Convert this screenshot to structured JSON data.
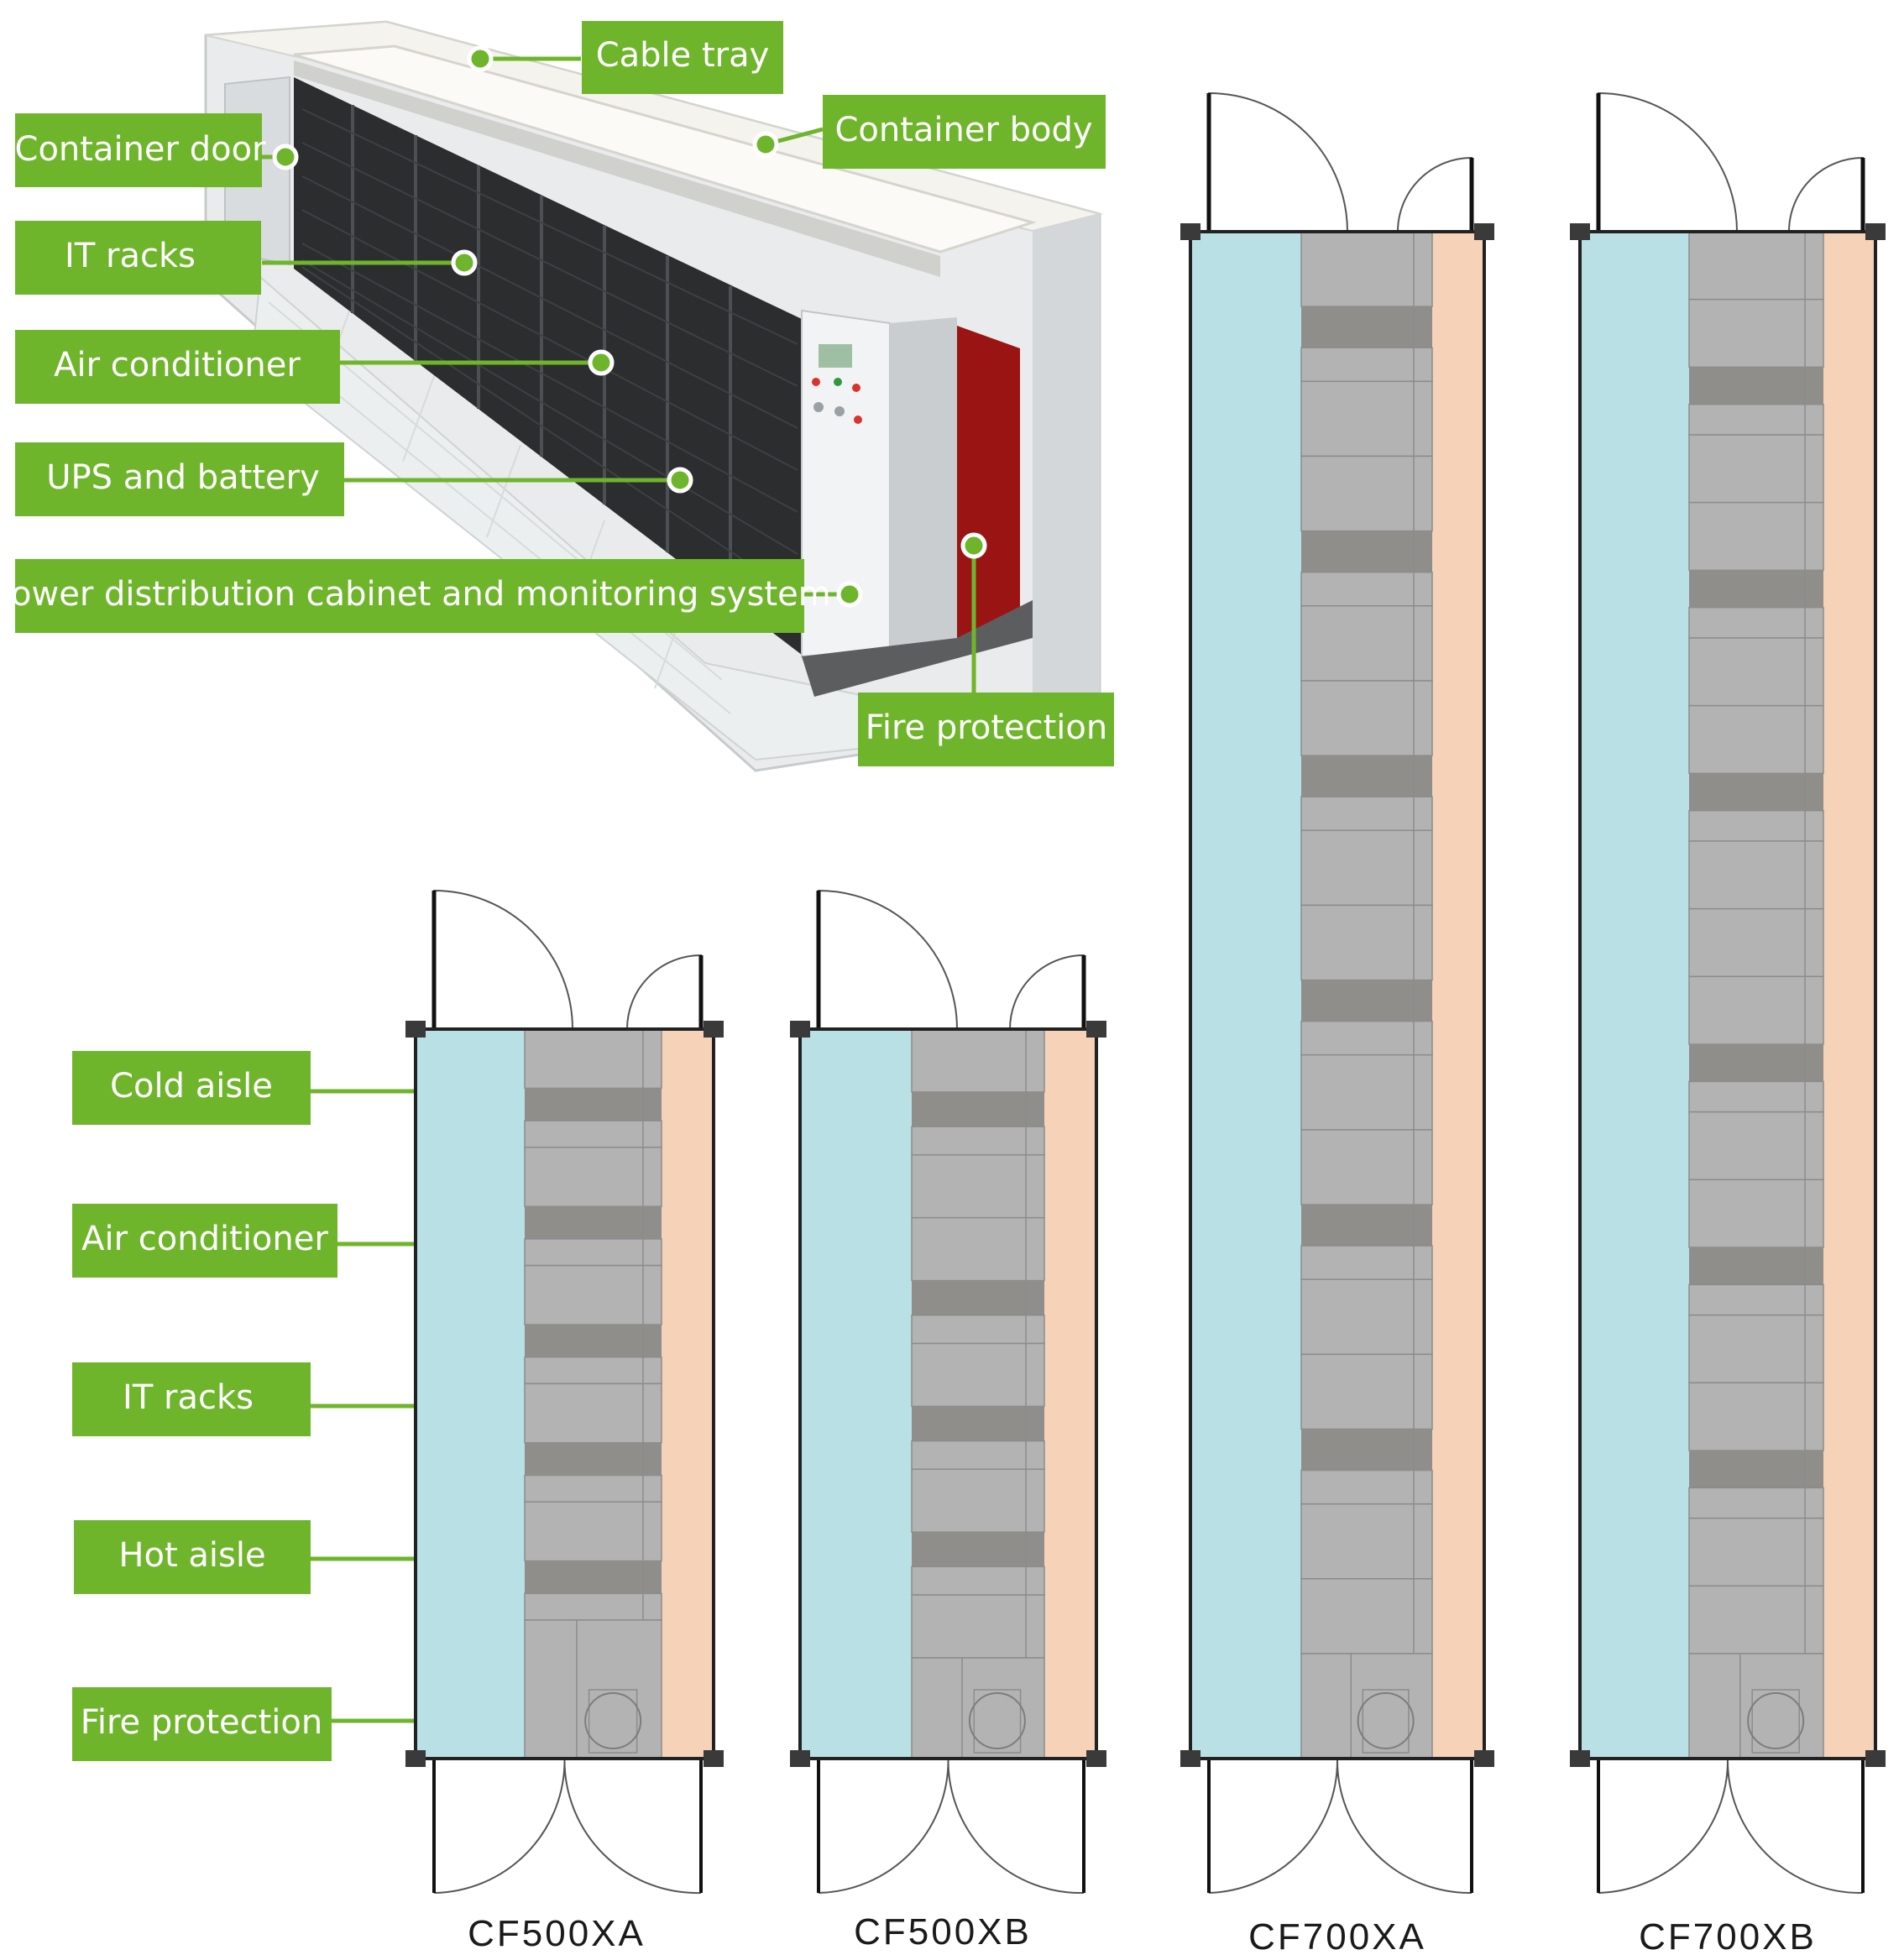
{
  "top_callouts": [
    {
      "id": "cable-tray",
      "text": "Cable tray"
    },
    {
      "id": "container-body",
      "text": "Container body"
    },
    {
      "id": "container-door",
      "text": "Container door"
    },
    {
      "id": "it-racks",
      "text": "IT racks"
    },
    {
      "id": "air-conditioner",
      "text": "Air conditioner"
    },
    {
      "id": "ups-and-battery",
      "text": "UPS and battery"
    },
    {
      "id": "power-distribution",
      "text": "Power distribution cabinet and monitoring system"
    },
    {
      "id": "fire-protection",
      "text": "Fire protection"
    }
  ],
  "legend": [
    {
      "id": "cold-aisle",
      "text": "Cold aisle"
    },
    {
      "id": "air-conditioner",
      "text": "Air conditioner"
    },
    {
      "id": "it-racks",
      "text": "IT racks"
    },
    {
      "id": "hot-aisle",
      "text": "Hot aisle"
    },
    {
      "id": "fire-protection",
      "text": "Fire protection"
    }
  ],
  "models": [
    "CF500XA",
    "CF500XB",
    "CF700XA",
    "CF700XB"
  ],
  "colors": {
    "callout_green": "#6fb52c",
    "cold_aisle": "#b9e0e5",
    "hot_aisle": "#f5d2b8",
    "it_rack": "#b3b3b3",
    "air_conditioner": "#908e8b",
    "fire_cabinet": "#9b1414"
  }
}
